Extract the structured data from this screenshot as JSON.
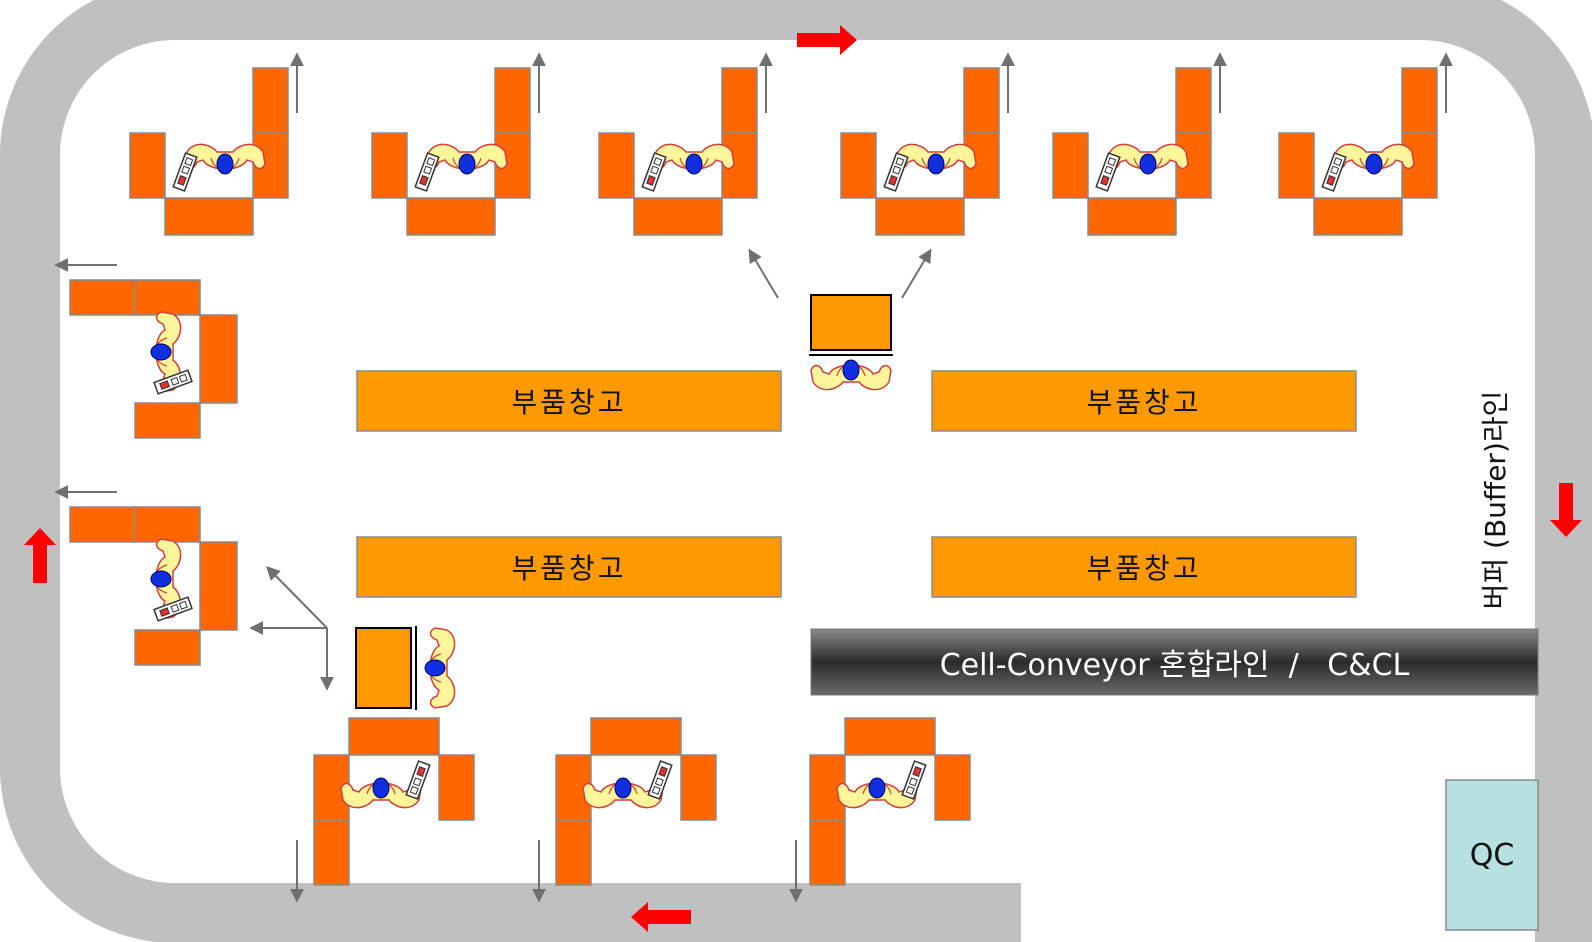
{
  "warehouse_label": "부품창고",
  "conveyor_label": "Cell-Conveyor 혼합라인  /   C&CL",
  "buffer_label": "버퍼 (Buffer)라인",
  "qc_label": "QC",
  "colors": {
    "belt": "#c0c0c0",
    "workstation": "#ff6600",
    "warehouse": "#ff9900",
    "conveyor_dark": "#404040",
    "qc": "#b8e0e0",
    "flow_arrow": "#ff0000"
  },
  "icons": [
    "worker-icon",
    "tool-tray-icon",
    "flow-arrow-icon"
  ]
}
